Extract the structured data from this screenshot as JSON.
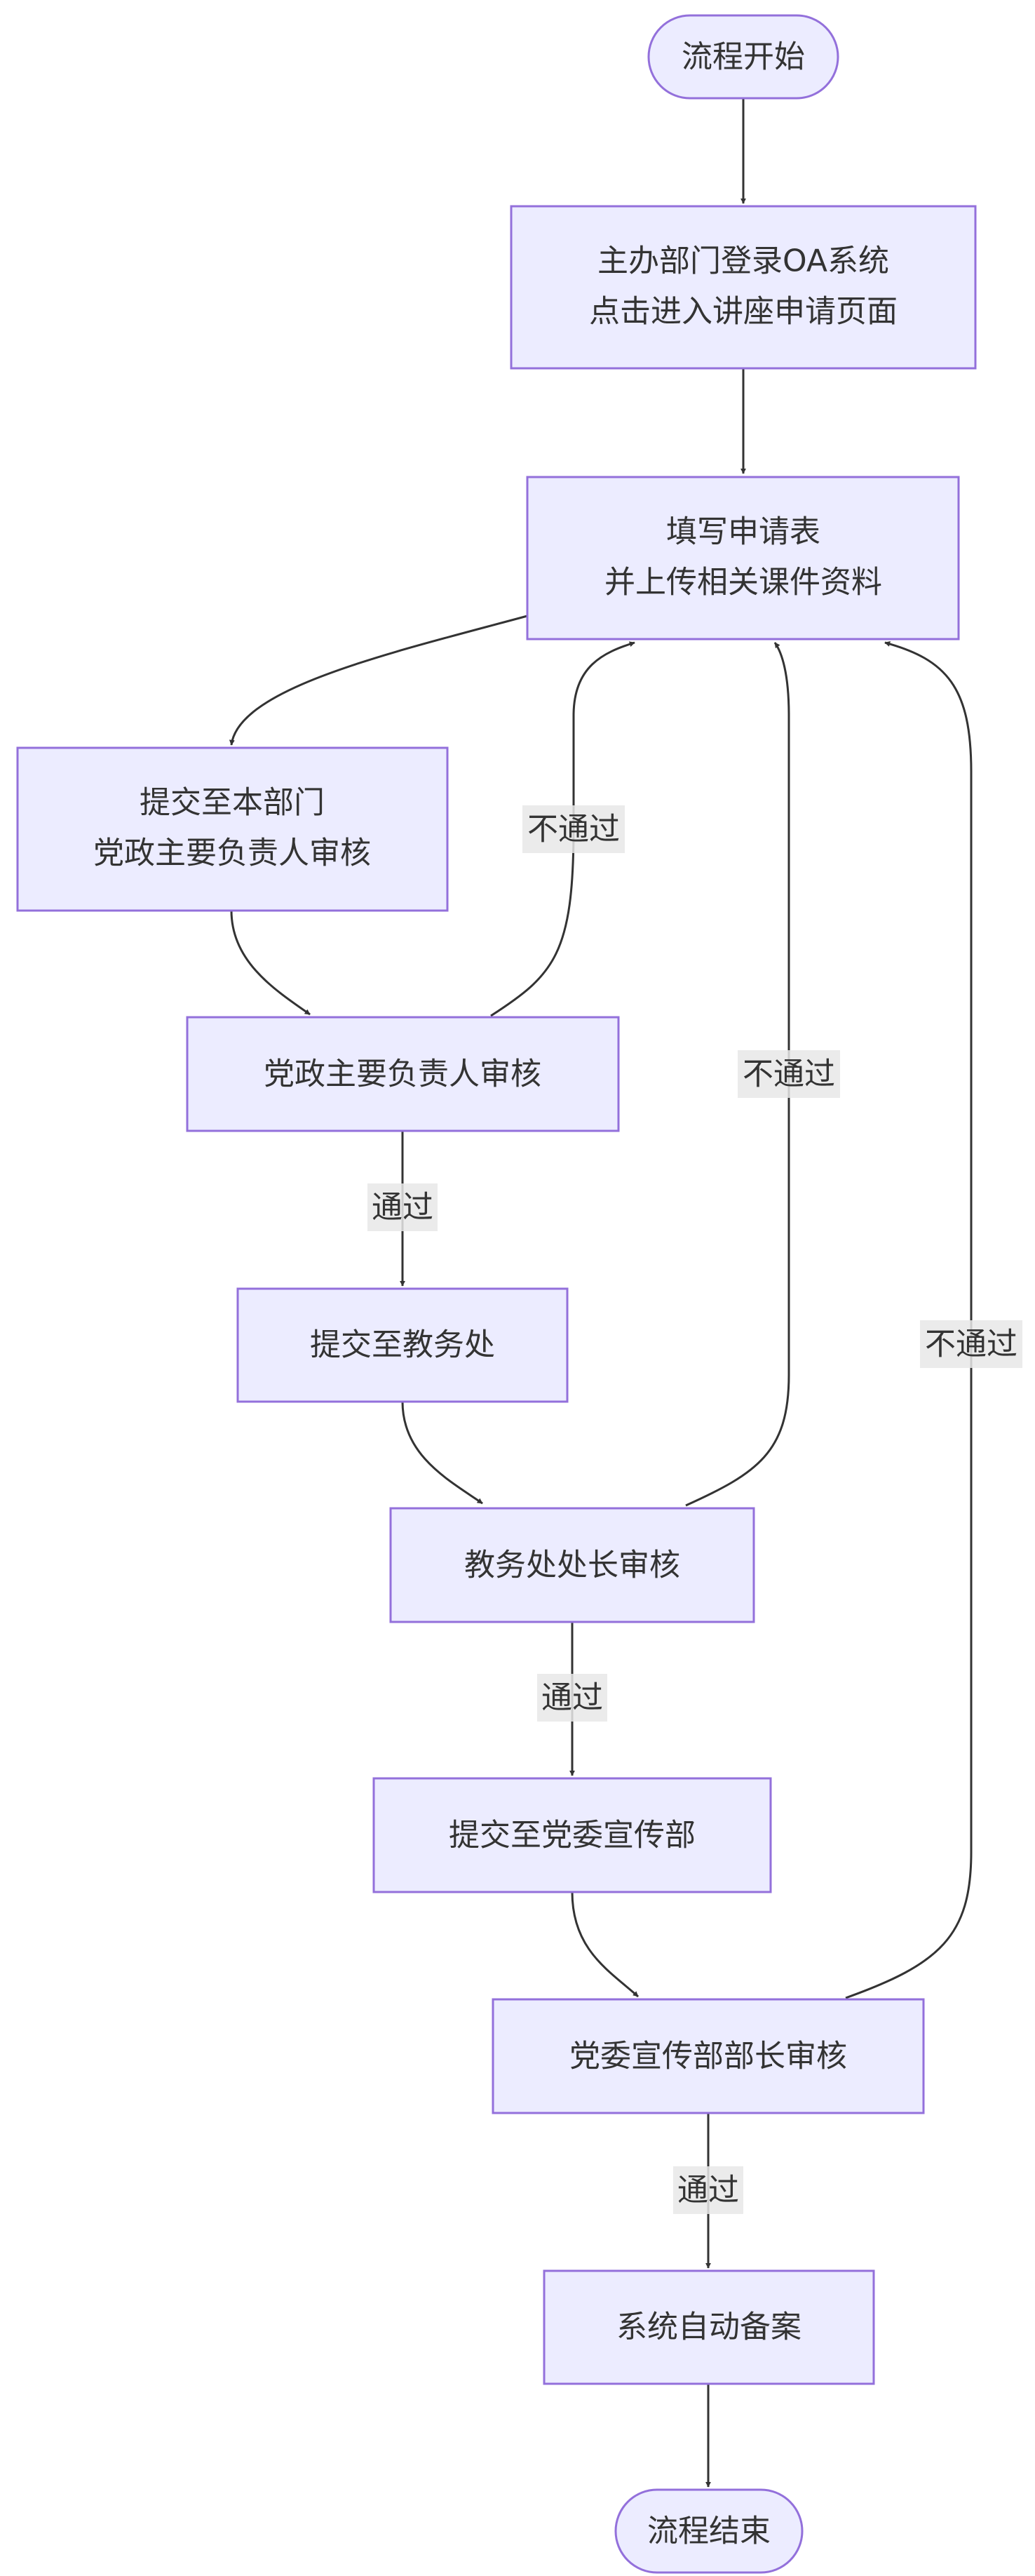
{
  "nodes": {
    "start": "流程开始",
    "login_line1": "主办部门登录OA系统",
    "login_line2": "点击进入讲座申请页面",
    "fill_line1": "填写申请表",
    "fill_line2": "并上传相关课件资料",
    "submit_dept_line1": "提交至本部门",
    "submit_dept_line2": "党政主要负责人审核",
    "dept_review": "党政主要负责人审核",
    "submit_academic": "提交至教务处",
    "academic_review": "教务处处长审核",
    "submit_propaganda": "提交至党委宣传部",
    "propaganda_review": "党委宣传部部长审核",
    "archive": "系统自动备案",
    "end": "流程结束"
  },
  "labels": {
    "pass": "通过",
    "fail": "不通过"
  }
}
